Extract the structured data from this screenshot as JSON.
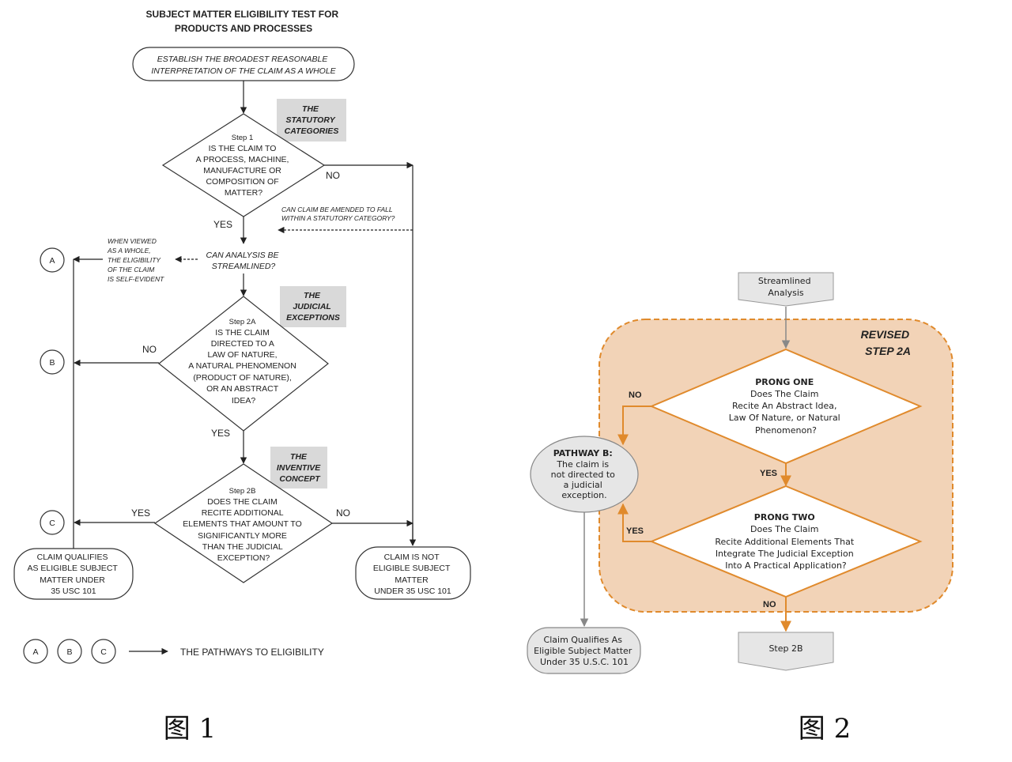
{
  "figure1": {
    "title": [
      "SUBJECT MATTER ELIGIBILITY TEST FOR",
      "PRODUCTS AND PROCESSES"
    ],
    "start": [
      "ESTABLISH  THE  BROADEST  REASONABLE",
      "INTERPRETATION  OF  THE  CLAIM  AS  A  WHOLE"
    ],
    "tag_statutory": [
      "THE",
      "STATUTORY",
      "CATEGORIES"
    ],
    "step1": [
      "Step 1",
      "IS  THE  CLAIM  TO",
      "A  PROCESS,  MACHINE,",
      "MANUFACTURE  OR",
      "COMPOSITION  OF",
      "MATTER?"
    ],
    "no1": "NO",
    "yes1": "YES",
    "amend_note": [
      "CAN  CLAIM  BE  AMENDED  TO  FALL",
      "WITHIN  A  STATUTORY  CATEGORY?"
    ],
    "streamline": [
      "CAN  ANALYSIS  BE",
      "STREAMLINED?"
    ],
    "whole_note": [
      "WHEN  VIEWED",
      "AS  A  WHOLE,",
      "THE  ELIGIBILITY",
      "OF  THE  CLAIM",
      "IS  SELF-EVIDENT"
    ],
    "tag_judicial": [
      "THE",
      "JUDICIAL",
      "EXCEPTIONS"
    ],
    "step2a": [
      "Step 2A",
      "IS  THE  CLAIM",
      "DIRECTED  TO  A",
      "LAW  OF  NATURE,",
      "A  NATURAL  PHENOMENON",
      "(PRODUCT  OF  NATURE),",
      "OR  AN  ABSTRACT",
      "IDEA?"
    ],
    "no2a": "NO",
    "yes2a": "YES",
    "tag_inventive": [
      "THE",
      "INVENTIVE",
      "CONCEPT"
    ],
    "step2b": [
      "Step 2B",
      "DOES  THE  CLAIM",
      "RECITE  ADDITIONAL",
      "ELEMENTS  THAT  AMOUNT  TO",
      "SIGNIFICANTLY  MORE",
      "THAN  THE  JUDICIAL",
      "EXCEPTION?"
    ],
    "yes2b": "YES",
    "no2b": "NO",
    "pathway_a": "A",
    "pathway_b": "B",
    "pathway_c": "C",
    "eligible": [
      "CLAIM  QUALIFIES",
      "AS ELIGIBLE SUBJECT",
      "MATTER  UNDER",
      "35  USC  101"
    ],
    "not_eligible": [
      "CLAIM  IS  NOT",
      "ELIGIBLE  SUBJECT",
      "MATTER",
      "UNDER  35  USC  101"
    ],
    "legend_text": "THE  PATHWAYS  TO  ELIGIBILITY",
    "caption": "图 1"
  },
  "figure2": {
    "streamlined": [
      "Streamlined",
      "Analysis"
    ],
    "revised": [
      "REVISED",
      "STEP 2A"
    ],
    "prong_one": [
      "PRONG ONE",
      "Does The Claim",
      "Recite An Abstract Idea,",
      "Law Of Nature, or Natural",
      "Phenomenon?"
    ],
    "no1": "NO",
    "yes1": "YES",
    "pathway_b": [
      "PATHWAY B:",
      "The claim is",
      "not directed to",
      "a judicial",
      "exception."
    ],
    "prong_two": [
      "PRONG TWO",
      "Does The Claim",
      "Recite Additional Elements That",
      "Integrate The Judicial Exception",
      "Into A Practical Application?"
    ],
    "yes2": "YES",
    "no2": "NO",
    "qualifies": [
      "Claim Qualifies As",
      "Eligible Subject Matter",
      "Under 35 U.S.C. 101"
    ],
    "step2b": "Step 2B",
    "caption": "图 2"
  },
  "colors": {
    "orange": "#e08a2c",
    "orange_fill": "#f2d3b7",
    "gray_box": "#e6e6e6",
    "gray_tag": "#d9d9d9",
    "line": "#222222"
  }
}
